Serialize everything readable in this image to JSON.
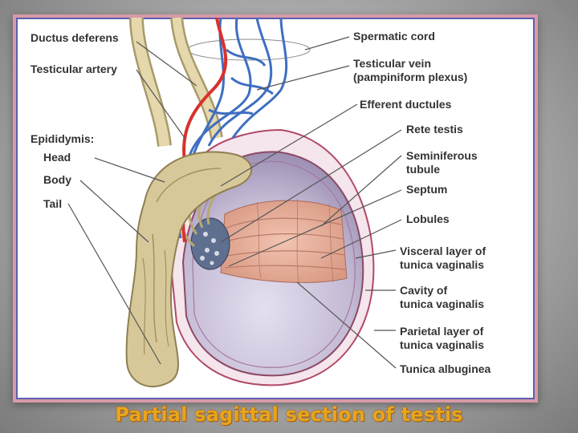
{
  "labels": {
    "ductus_deferens": "Ductus deferens",
    "testicular_artery": "Testicular artery",
    "epididymis": "Epididymis:",
    "head": "Head",
    "body": "Body",
    "tail": "Tail",
    "spermatic_cord": "Spermatic cord",
    "testicular_vein": "Testicular vein",
    "pampiniform_plexus": "(pampiniform plexus)",
    "efferent_ductules": "Efferent ductules",
    "rete_testis": "Rete testis",
    "seminiferous_1": "Seminiferous",
    "seminiferous_2": "tubule",
    "septum": "Septum",
    "lobules": "Lobules",
    "visceral_1": "Visceral layer of",
    "visceral_2": "tunica vaginalis",
    "cavity_1": "Cavity of",
    "cavity_2": "tunica vaginalis",
    "parietal_1": "Parietal layer of",
    "parietal_2": "tunica vaginalis",
    "tunica_albuginea": "Tunica albuginea"
  },
  "caption": "Partial sagittal section of testis",
  "colors": {
    "frame_border": "#d89aa8",
    "caption": "#e8a41c",
    "epididymis": "#d7c89a",
    "artery": "#d8312c",
    "vein": "#3f6fc2",
    "lobule": "#e2a58e",
    "testis": "#cbc2d8"
  }
}
